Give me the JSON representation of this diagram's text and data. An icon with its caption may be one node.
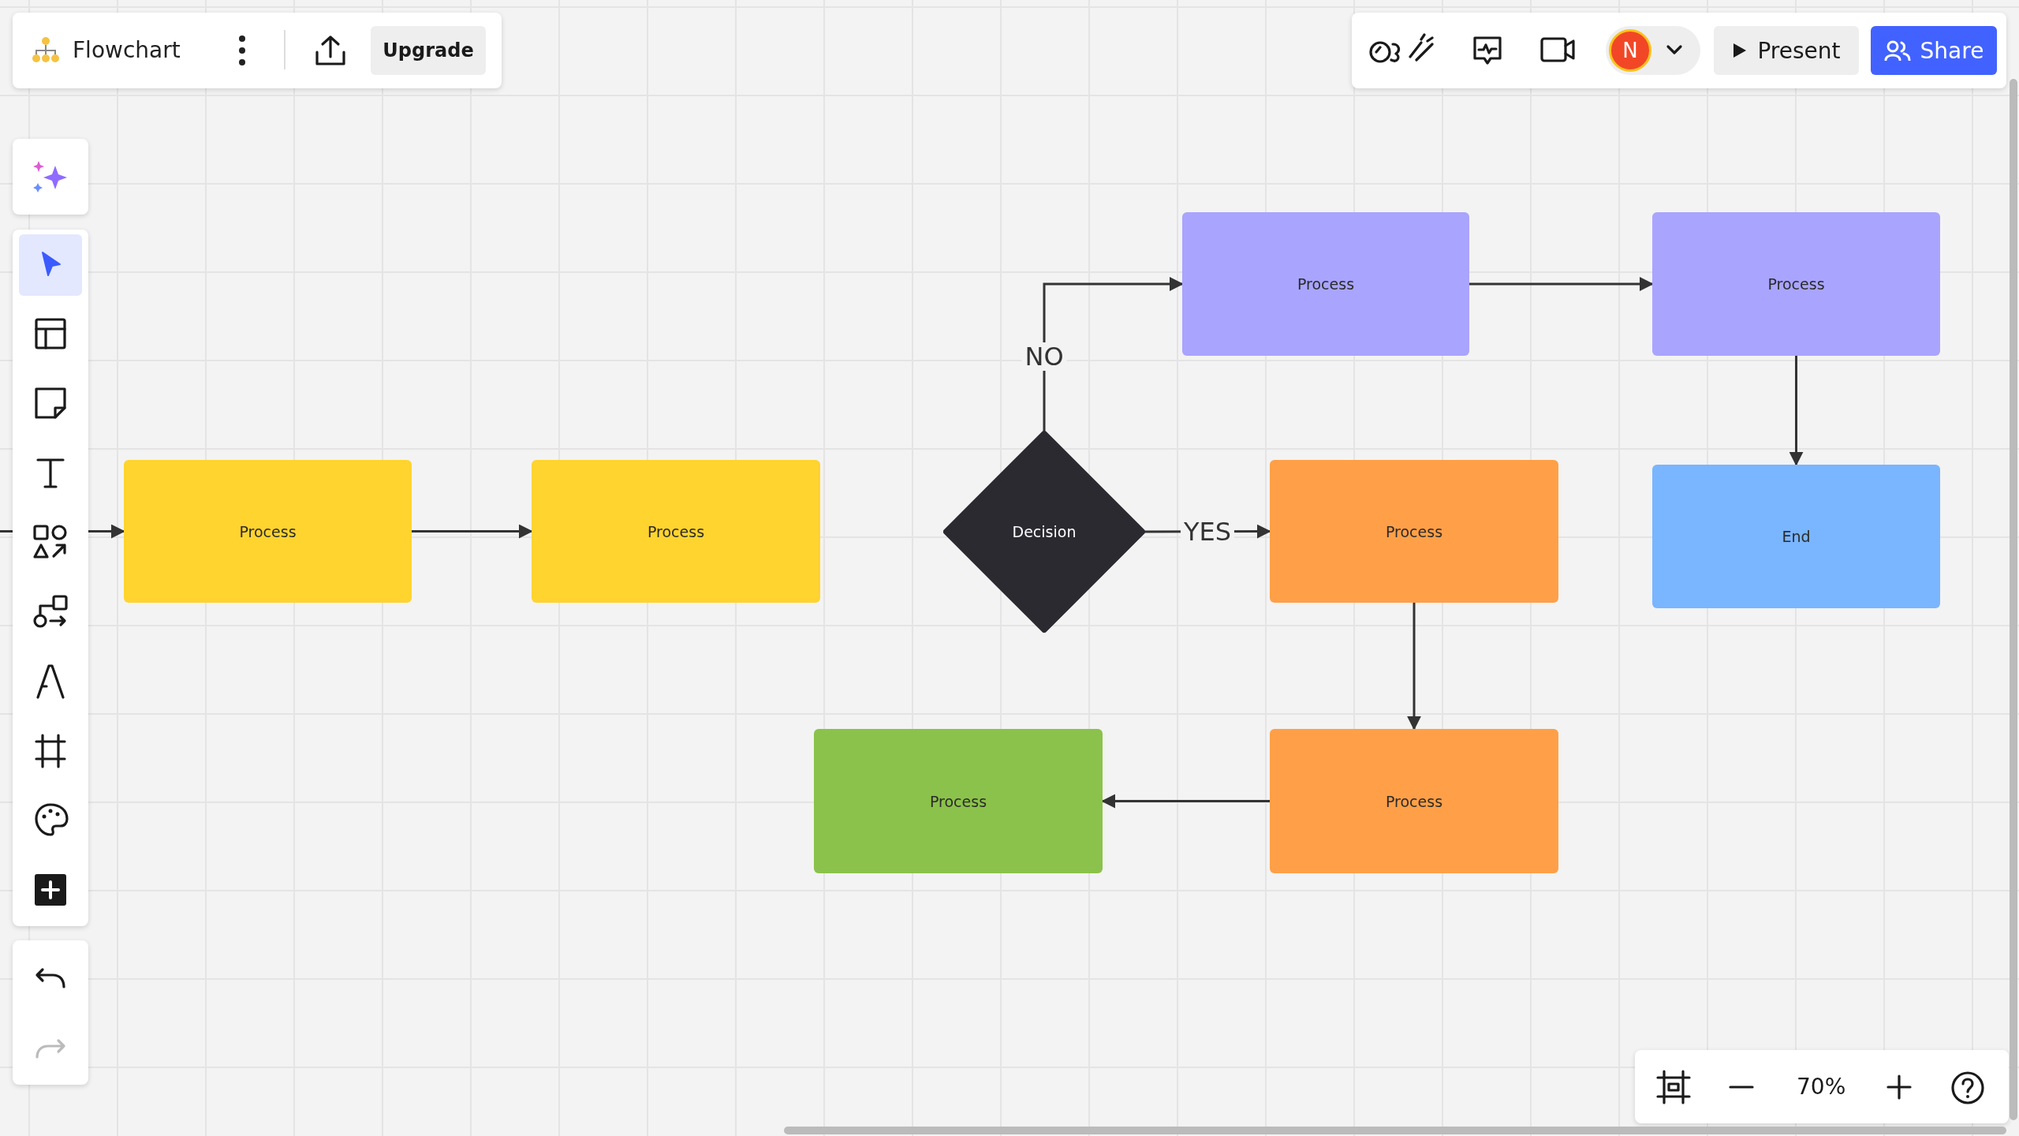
{
  "diagram": {
    "nodes": [
      {
        "text": [
          "Process"
        ]
      },
      {
        "text": [
          "Process"
        ]
      },
      {
        "text": [
          "Decision"
        ]
      },
      {
        "text": [
          "Process"
        ]
      },
      {
        "text": [
          "Process"
        ]
      },
      {
        "text": [
          "Process"
        ]
      },
      {
        "text": [
          "End"
        ]
      },
      {
        "text": [
          "Process"
        ]
      },
      {
        "text": [
          "Process"
        ]
      }
    ],
    "edges": [
      {
        "from": null,
        "to": 0,
        "arrow": "to"
      },
      {
        "from": 0,
        "to": 1,
        "arrow": "to"
      },
      {
        "from": 2,
        "to": 3,
        "arrow": "to",
        "label": "NO"
      },
      {
        "from": 3,
        "to": 4,
        "arrow": "to"
      },
      {
        "from": 4,
        "to": 6,
        "arrow": "to"
      },
      {
        "from": 2,
        "to": 5,
        "arrow": "to",
        "label": "YES"
      },
      {
        "from": 5,
        "to": 7,
        "arrow": "to"
      },
      {
        "from": 7,
        "to": 8,
        "arrow": "to"
      }
    ],
    "labels": [
      "Flowchart",
      "Upgrade",
      "N",
      "Present",
      "Share",
      "70%"
    ]
  }
}
